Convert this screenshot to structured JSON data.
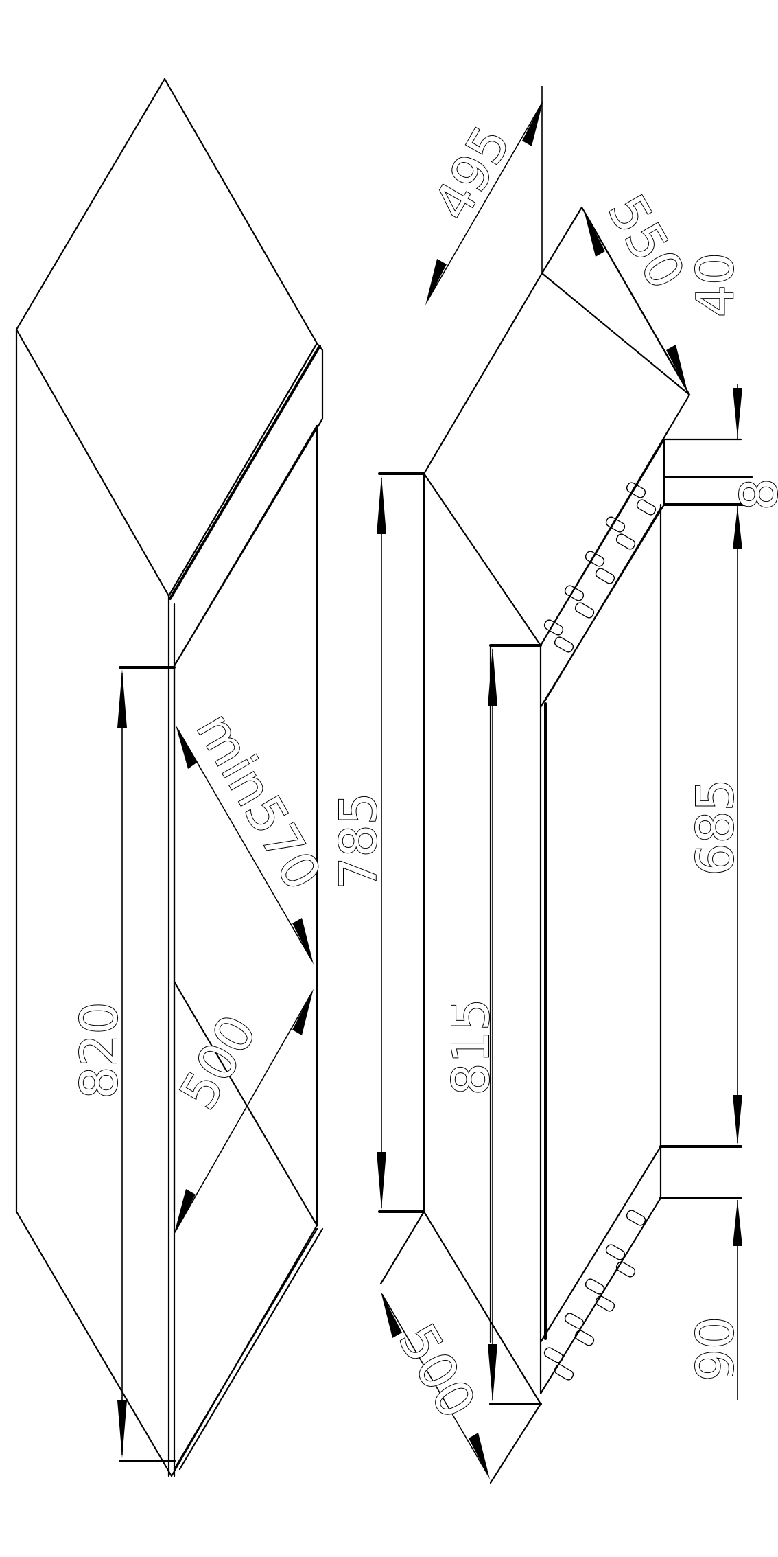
{
  "drawing": {
    "colors": {
      "line": "#000000",
      "background": "#ffffff"
    },
    "left_view": {
      "dim_height": "820",
      "dim_depth_min": "min570",
      "dim_depth": "500"
    },
    "right_view": {
      "dim_top_depth": "495",
      "dim_panel_width": "550",
      "dim_total_height": "785",
      "dim_body_height": "815",
      "dim_lower_depth": "500",
      "dim_top_thickness": "40",
      "dim_gap": "8",
      "dim_inner_height": "685",
      "dim_plinth": "90"
    }
  }
}
